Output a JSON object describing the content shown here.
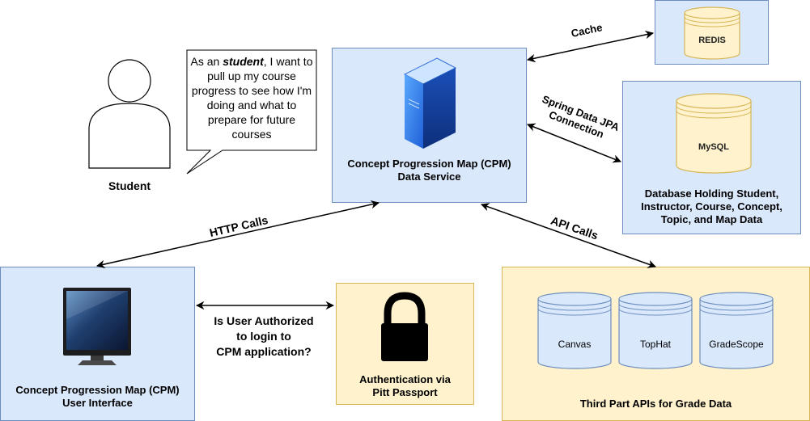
{
  "nodes": {
    "redis": {
      "label": "REDIS"
    },
    "cpm_service": {
      "label_line1": "Concept Progression Map (CPM)",
      "label_line2": "Data Service"
    },
    "mysql_db": {
      "cylinder_label": "MySQL",
      "label_line1": "Database Holding Student,",
      "label_line2": "Instructor, Course, Concept,",
      "label_line3": "Topic, and Map Data"
    },
    "student": {
      "label": "Student"
    },
    "speech_bubble": {
      "text_pre": "As an ",
      "text_emph": "student",
      "text_post": ", I want to pull up my course progress to see how I'm doing and what to prepare for future courses"
    },
    "cpm_ui": {
      "label_line1": "Concept Progression Map (CPM)",
      "label_line2": "User Interface"
    },
    "auth": {
      "label_line1": "Authentication via",
      "label_line2": "Pitt Passport"
    },
    "third_party": {
      "label": "Third Part APIs for Grade Data",
      "apis": [
        {
          "name": "Canvas"
        },
        {
          "name": "TopHat"
        },
        {
          "name": "GradeScope"
        }
      ]
    }
  },
  "edges": {
    "cache": {
      "label": "Cache"
    },
    "jpa": {
      "label_line1": "Spring Data JPA",
      "label_line2": "Connection"
    },
    "http": {
      "label": "HTTP Calls"
    },
    "api": {
      "label": "API Calls"
    },
    "authorized": {
      "label_line1": "Is User Authorized",
      "label_line2": "to login to",
      "label_line3": "CPM application?"
    }
  },
  "colors": {
    "node_blue_fill": "#dae8fc",
    "node_blue_border": "#6c8ebf",
    "node_yellow_fill": "#fff2cc",
    "node_yellow_border": "#d6b656",
    "api_cylinder_fill": "#dae8fc",
    "api_cylinder_border": "#6c8ebf",
    "db_cylinder_fill": "#fff2cc",
    "db_cylinder_border": "#d6b656"
  }
}
